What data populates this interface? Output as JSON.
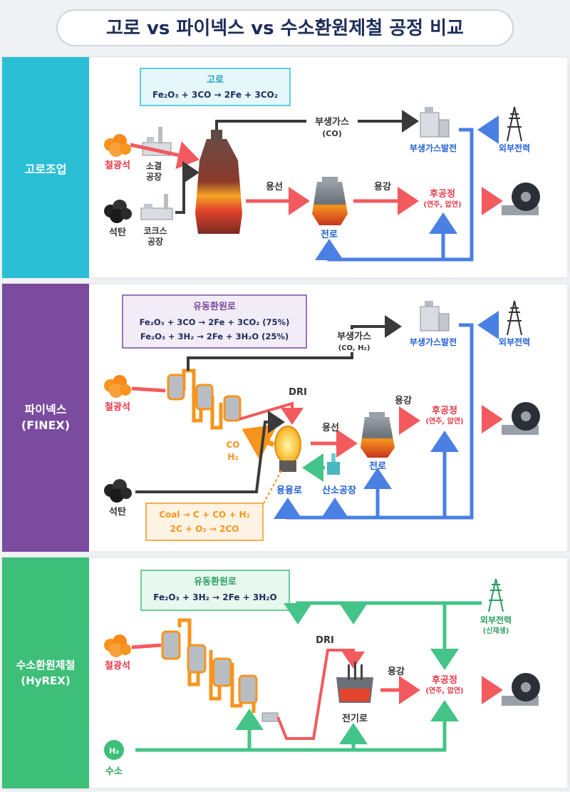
{
  "title": "고로 vs 파이넥스 vs 수소환원제철 공정 비교",
  "colors": {
    "panel1": "#2bbfd6",
    "panel2": "#7a4b9e",
    "panel3": "#3dbf7a",
    "red": "#f25a5e",
    "blue": "#4a7fe3",
    "dark": "#3a3a3a",
    "orange": "#f7941d",
    "green": "#44c488",
    "label_blue": "#1f5fd6",
    "label_red": "#e83848"
  },
  "panels": [
    {
      "label_lines": [
        "고로조업"
      ],
      "formula_box": {
        "title": "고로",
        "lines": [
          [
            "Fe₂O₃ + 3CO → 2Fe + 3CO₂"
          ]
        ]
      },
      "inputs": {
        "ore": "철광석",
        "coal": "석탄",
        "sinter": "소결\n공장",
        "coke": "코크스\n공장"
      },
      "byproduct": {
        "label": "부생가스",
        "sub": "(CO)"
      },
      "power_plant": "부생가스발전",
      "external_power": "외부전력",
      "hot_metal": "용선",
      "steel": "용강",
      "converter": "전로",
      "post_process": {
        "label": "후공정",
        "sub": "(연주, 압연)"
      }
    },
    {
      "label_lines": [
        "파이넥스",
        "(FINEX)"
      ],
      "formula_box": {
        "title": "유동환원로",
        "lines": [
          "Fe₂O₃ + 3CO → 2Fe + 3CO₂ (75%)",
          "Fe₂O₃ + 3H₂ → 2Fe + 3H₂O (25%)"
        ]
      },
      "inputs": {
        "ore": "철광석",
        "coal": "석탄"
      },
      "byproduct": {
        "label": "부생가스",
        "sub": "(CO, H₂)"
      },
      "power_plant": "부생가스발전",
      "external_power": "외부전력",
      "dri": "DRI",
      "gas_back": [
        "CO",
        "H₂"
      ],
      "hot_metal": "용선",
      "steel": "용강",
      "melter": "용융로",
      "oxygen_plant": "산소공장",
      "converter": "전로",
      "post_process": {
        "label": "후공정",
        "sub": "(연주, 압연)"
      },
      "coal_box": [
        "Coal → C + CO + H₂",
        "2C + O₂ → 2CO"
      ]
    },
    {
      "label_lines": [
        "수소환원제철",
        "(HyREX)"
      ],
      "formula_box": {
        "title": "유동환원로",
        "lines": [
          "Fe₂O₃ + 3H₂ → 2Fe + 3H₂O"
        ]
      },
      "inputs": {
        "ore": "철광석",
        "hydrogen": "수소",
        "h2_icon": "H₂"
      },
      "external_power": "외부전력",
      "external_power_sub": "(신재생)",
      "dri": "DRI",
      "steel": "용강",
      "eaf": "전기로",
      "post_process": {
        "label": "후공정",
        "sub": "(연주, 압연)"
      }
    }
  ]
}
